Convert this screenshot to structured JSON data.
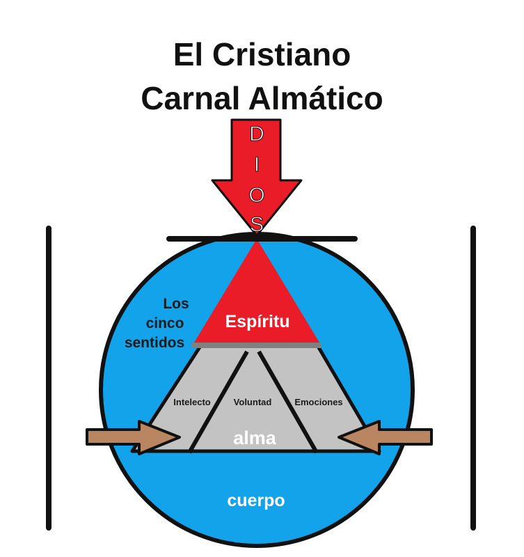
{
  "title": {
    "line1": "El Cristiano",
    "line2": "Carnal Almático"
  },
  "arrow_letters": [
    "D",
    "I",
    "O",
    "S"
  ],
  "labels": {
    "senses_line1": "Los",
    "senses_line2": "cinco",
    "senses_line3": "sentidos",
    "spirit": "Espíritu",
    "intellect": "Intelecto",
    "will": "Voluntad",
    "emotions": "Emociones",
    "soul": "alma",
    "body": "cuerpo"
  },
  "colors": {
    "body_circle": "#12a3ea",
    "spirit_triangle": "#ea1c28",
    "soul_trapezoid": "#c3c3c3",
    "soul_divider": "#808080",
    "god_arrow": "#ea1c28",
    "side_arrows": "#b98661",
    "lines": "#111111",
    "label_dark": "#1a1a1a",
    "label_light": "#ffffff"
  }
}
